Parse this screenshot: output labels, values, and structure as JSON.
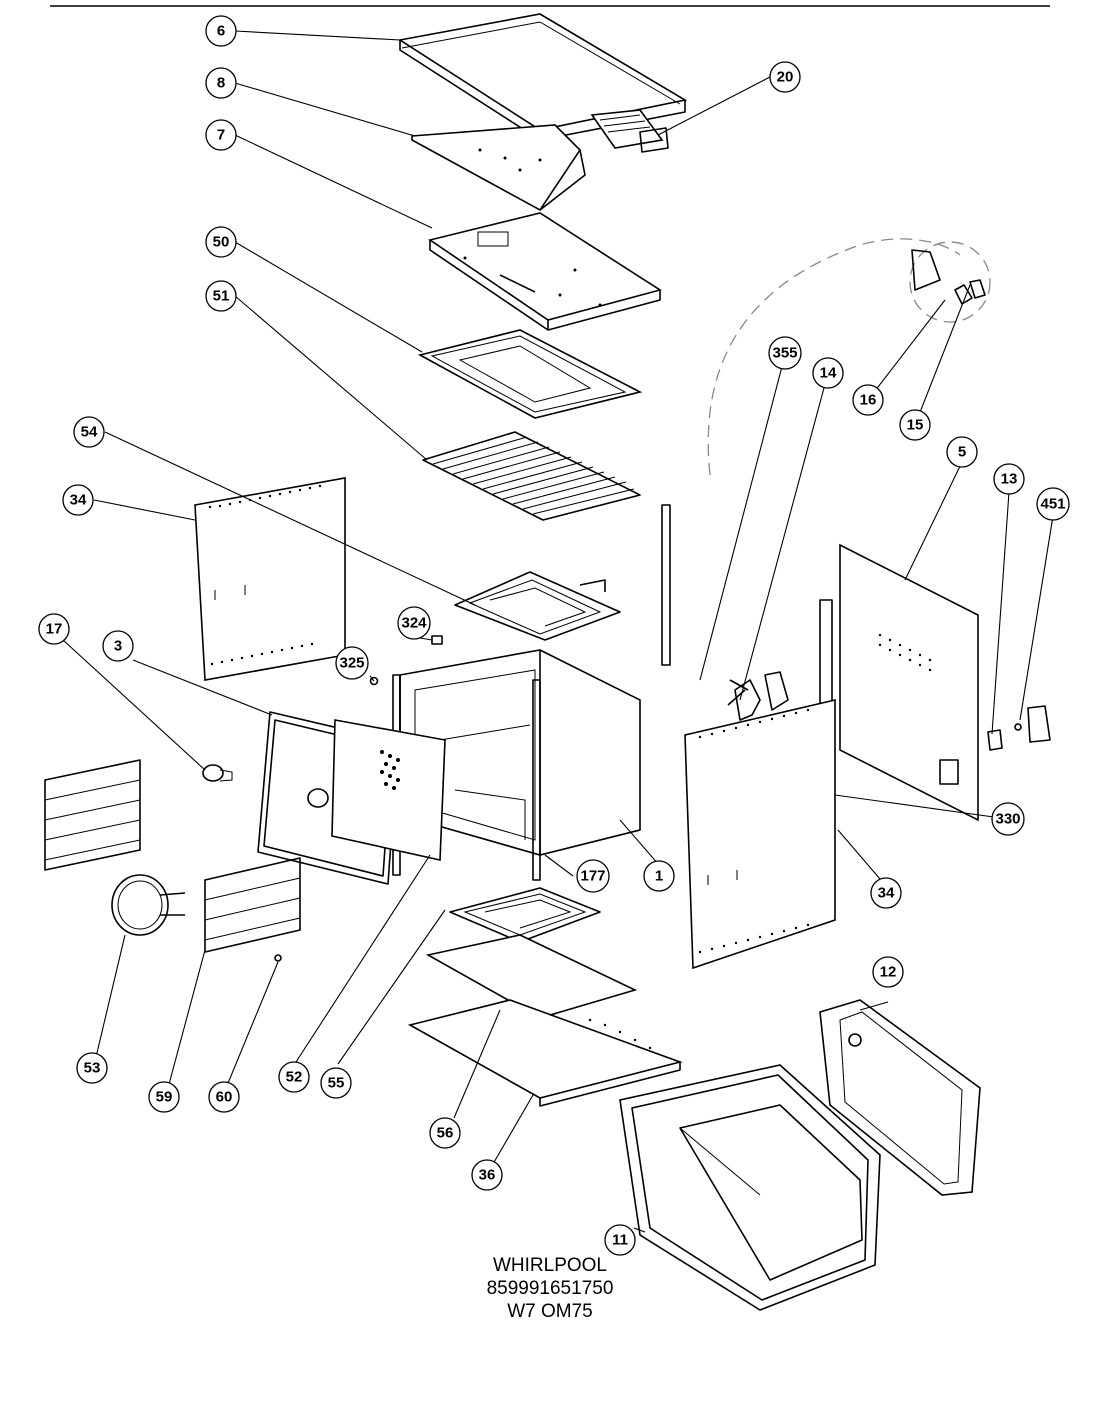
{
  "diagram": {
    "footer": {
      "brand": "WHIRLPOOL",
      "part_number": "859991651750",
      "model": "W7 OM75"
    },
    "callouts": [
      "6",
      "8",
      "20",
      "7",
      "50",
      "51",
      "355",
      "14",
      "16",
      "15",
      "54",
      "34",
      "5",
      "13",
      "451",
      "17",
      "3",
      "324",
      "325",
      "330",
      "177",
      "1",
      "34",
      "53",
      "59",
      "60",
      "52",
      "55",
      "56",
      "36",
      "12",
      "11"
    ]
  }
}
